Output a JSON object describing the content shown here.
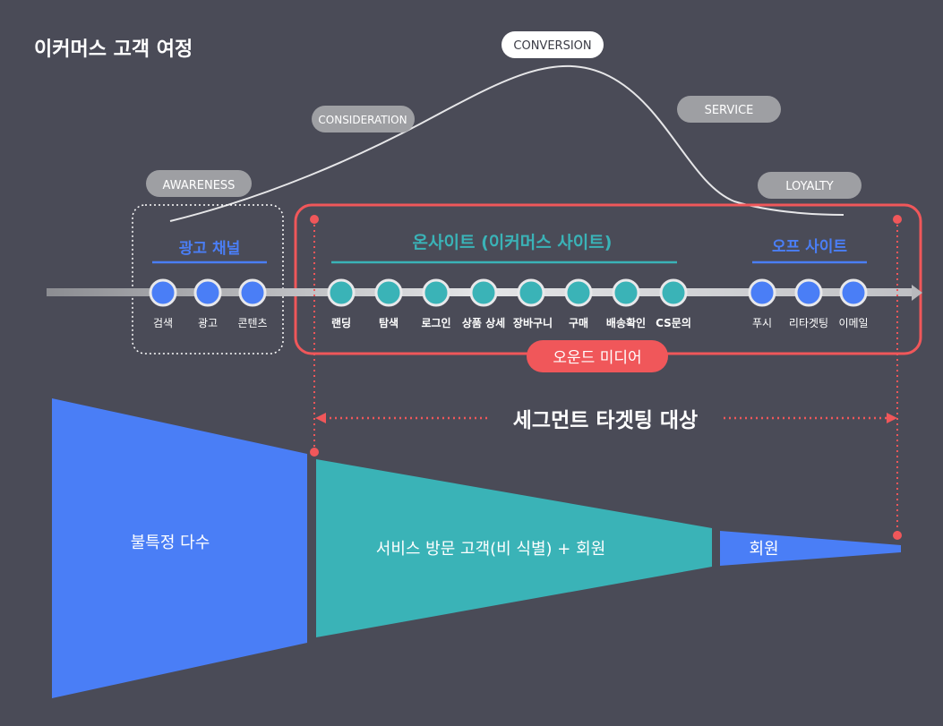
{
  "title": "이커머스 고객 여정",
  "stages": [
    "AWARENESS",
    "CONSIDERATION",
    "CONVERSION",
    "SERVICE",
    "LOYALTY"
  ],
  "groups": {
    "ad_channel": "광고 채널",
    "onsite": "온사이트 (이커머스 사이트)",
    "offsite": "오프 사이트"
  },
  "steps": {
    "ad_channel": [
      "검색",
      "광고",
      "콘텐츠"
    ],
    "onsite": [
      "랜딩",
      "탐색",
      "로그인",
      "상품 상세",
      "장바구니",
      "구매",
      "배송확인",
      "CS문의"
    ],
    "offsite": [
      "푸시",
      "리타겟팅",
      "이메일"
    ]
  },
  "owned_media_label": "오운드 미디어",
  "segment_target_label": "세그먼트 타겟팅 대상",
  "funnel": [
    "불특정 다수",
    "서비스 방문 고객(비 식별) + 회원",
    "회원"
  ],
  "colors": {
    "background": "#4a4b57",
    "blue": "#4a7ef6",
    "teal": "#3ab3b7",
    "red": "#f0575a",
    "pill": "#9e9fa3"
  }
}
